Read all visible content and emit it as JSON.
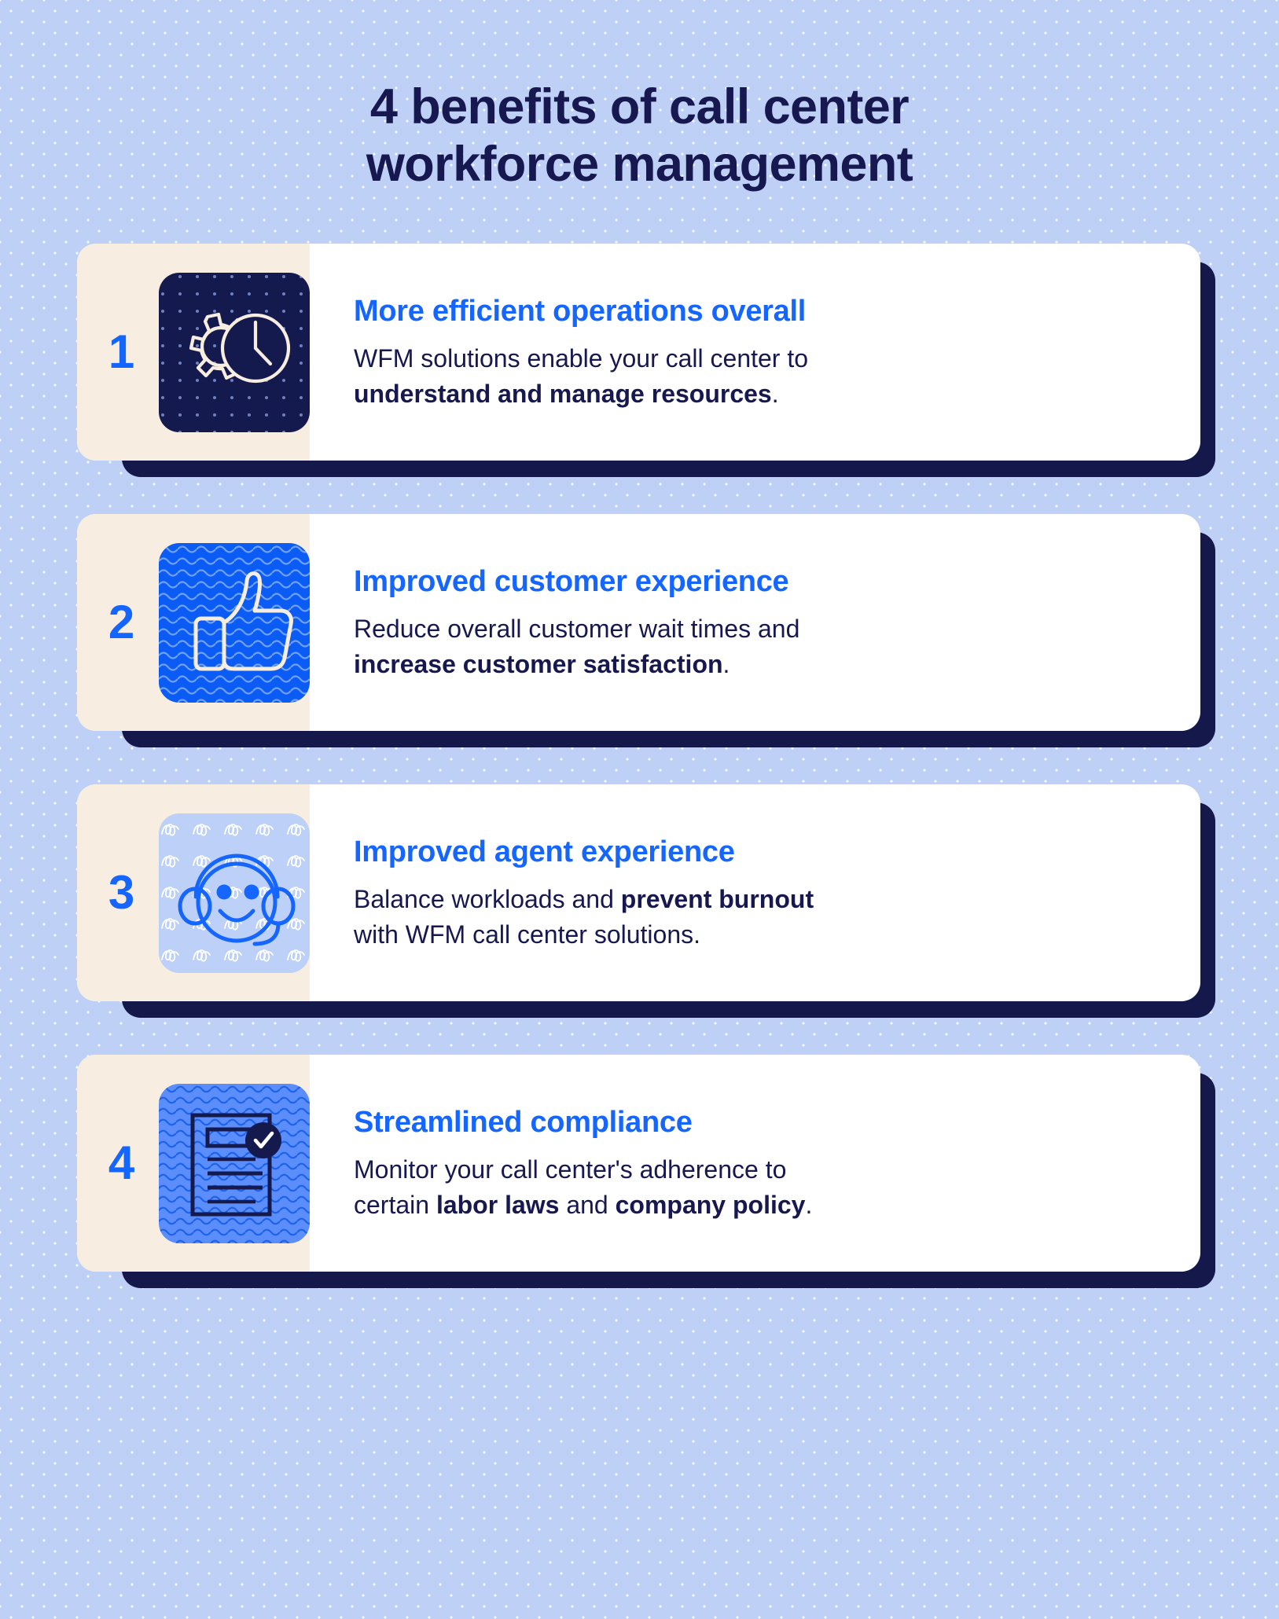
{
  "title": {
    "line1": "4 benefits of call center",
    "line2": "workforce management"
  },
  "colors": {
    "background": "#bed0f5",
    "navy": "#16184f",
    "accent_blue": "#1565ff",
    "cream": "#f7eee1",
    "card_white": "#ffffff",
    "tile_navy": "#141a4e",
    "tile_bright_blue": "#0b5cf5",
    "tile_light_blue": "#bdd0f7",
    "tile_mid_blue": "#5b8dfb"
  },
  "cards": [
    {
      "number": "1",
      "heading": "More efficient operations overall",
      "body_plain_1": "WFM solutions enable your call center to ",
      "body_bold": "understand and manage resources",
      "body_plain_2": ".",
      "icon_name": "gear-clock-icon",
      "tile_style": "tile-navy"
    },
    {
      "number": "2",
      "heading": "Improved customer experience",
      "body_plain_1": "Reduce overall customer wait times and ",
      "body_bold": "increase customer satisfaction",
      "body_plain_2": ".",
      "icon_name": "thumbs-up-icon",
      "tile_style": "tile-bright"
    },
    {
      "number": "3",
      "heading": "Improved agent experience",
      "body_plain_1": "Balance workloads and ",
      "body_bold": "prevent burnout",
      "body_plain_2": " with WFM call center solutions.",
      "icon_name": "headset-smiley-icon",
      "tile_style": "tile-light"
    },
    {
      "number": "4",
      "heading": "Streamlined compliance",
      "body_plain_1": "Monitor your call center's adherence to certain ",
      "body_bold": "labor laws",
      "body_plain_2": " and ",
      "body_bold_2": "company policy",
      "body_plain_3": ".",
      "icon_name": "document-check-icon",
      "tile_style": "tile-mid"
    }
  ]
}
